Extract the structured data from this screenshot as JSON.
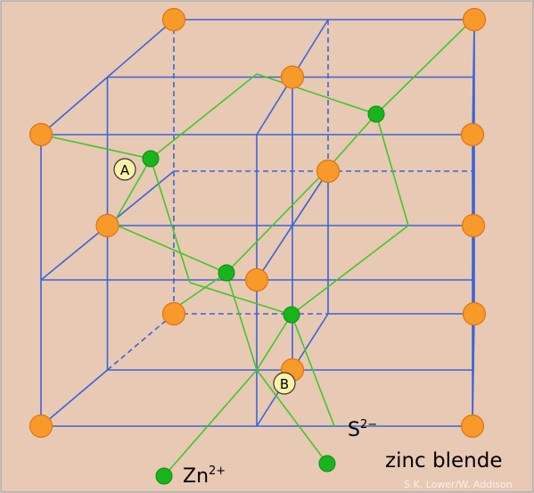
{
  "colors": {
    "background": "#e8c9b4",
    "border": "#aaaaaa",
    "lattice": "#3a64d8",
    "bond": "#44c628",
    "sulfide": "#f79a2a",
    "sulfide_edge": "#e0730e",
    "zinc": "#18b41c",
    "zinc_edge": "#0d8a12",
    "marker_fill": "#fbf2a8"
  },
  "labels": {
    "sulfide_ion_base": "S",
    "sulfide_ion_sup": "2−",
    "zinc_ion_base": "Zn",
    "zinc_ion_sup": "2+",
    "structure_name": "zinc blende",
    "credit": "S.K. Lower/W. Addison",
    "site_a": "A",
    "site_b": "B"
  },
  "legend_items": [
    {
      "id": "sulfide",
      "symbol": "orange-sphere",
      "label": "S2−"
    },
    {
      "id": "zinc",
      "symbol": "green-sphere",
      "label": "Zn2+"
    }
  ]
}
